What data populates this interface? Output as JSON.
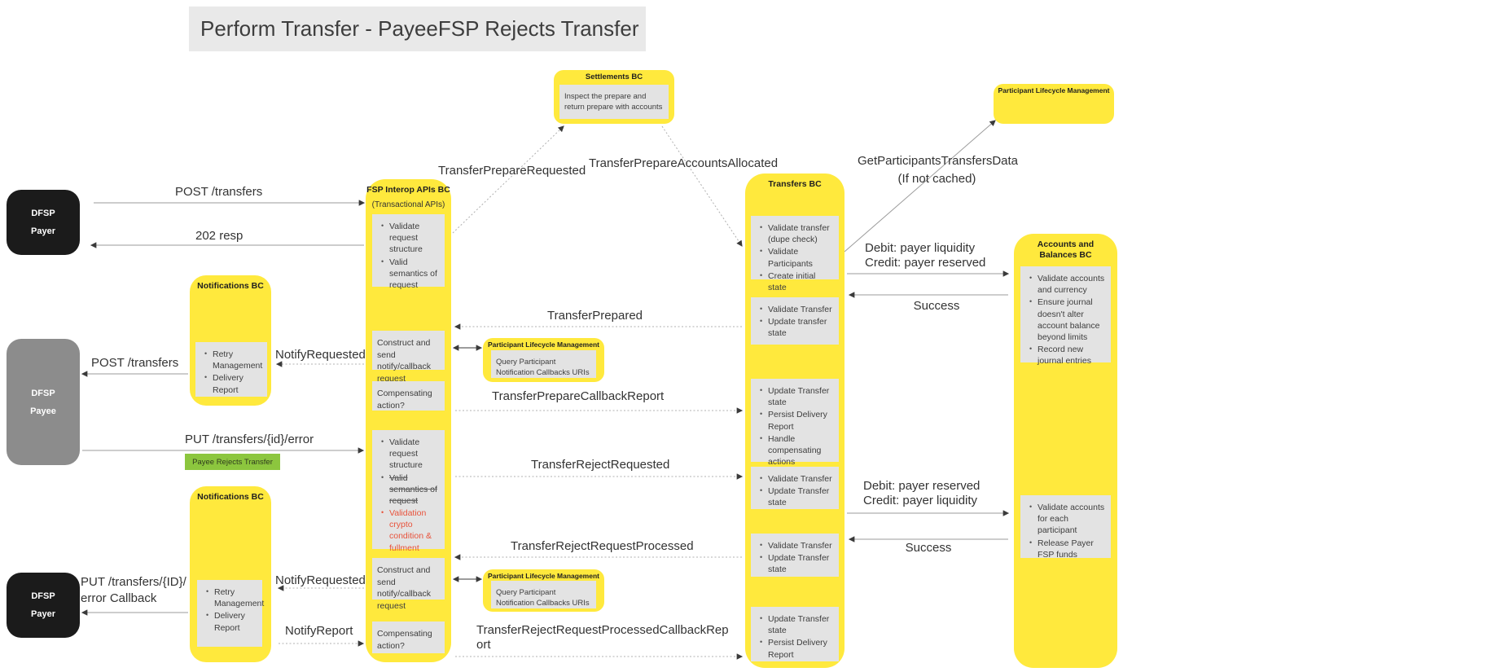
{
  "title": "Perform Transfer - PayeeFSP Rejects Transfer",
  "colors": {
    "container_yellow": "#ffe93d",
    "inner_gray": "#e3e3e3",
    "title_bar_gray": "#e9e9e9",
    "actor_black": "#1b1b1b",
    "actor_gray": "#8c8c8c",
    "badge_green": "#8cc63e",
    "error_red": "#e8533c"
  },
  "settlements_bc": {
    "title": "Settlements BC",
    "note": "Inspect the prepare and return prepare with accounts"
  },
  "plm_top": {
    "title": "Participant Lifecycle Management"
  },
  "actors": {
    "payer_top": {
      "line1": "DFSP",
      "line2": "Payer"
    },
    "payee": {
      "line1": "DFSP",
      "line2": "Payee"
    },
    "payer_bottom": {
      "line1": "DFSP",
      "line2": "Payer"
    }
  },
  "fsp_interop": {
    "title": "FSP Interop APIs BC",
    "subtitle": "(Transactional APIs)",
    "box1": [
      "Validate request structure",
      "Valid semantics of request"
    ],
    "box2": "Construct and send notify/callback request",
    "box3": "Compensating action?",
    "box4": {
      "item1": "Validate request structure",
      "item2_struck": "Valid semantics of request",
      "item3_red": "Validation crypto condition & fullment"
    },
    "box5": "Construct and send notify/callback request",
    "box6": "Compensating action?"
  },
  "transfers_bc": {
    "title": "Transfers BC",
    "box1": [
      "Validate transfer (dupe check)",
      "Validate Participants",
      "Create initial state"
    ],
    "box2": [
      "Validate Transfer",
      "Update transfer state"
    ],
    "box3": [
      "Update Transfer state",
      "Persist Delivery Report",
      "Handle compensating actions"
    ],
    "box4": [
      "Validate Transfer",
      "Update Transfer state"
    ],
    "box5": [
      "Validate Transfer",
      "Update Transfer state"
    ],
    "box6": [
      "Update Transfer state",
      "Persist Delivery Report"
    ]
  },
  "accounts_bc": {
    "title": "Accounts and Balances BC",
    "box1": [
      "Validate accounts and currency",
      "Ensure journal doesn't alter account balance beyond limits",
      "Record new journal entries"
    ],
    "box2": [
      "Validate accounts for each participant",
      "Release Payer FSP funds"
    ]
  },
  "notifications1": {
    "title": "Notifications BC",
    "items": [
      "Retry Management",
      "Delivery Report"
    ]
  },
  "notifications2": {
    "title": "Notifications BC",
    "items": [
      "Retry Management",
      "Delivery Report"
    ]
  },
  "plm_query1": {
    "title": "Participant Lifecycle Management",
    "note": "Query Participant Notification Callbacks URIs"
  },
  "plm_query2": {
    "title": "Participant Lifecycle Management",
    "note": "Query Participant Notification Callbacks URIs"
  },
  "labels": {
    "post_transfers_payer": "POST /transfers",
    "resp_202": "202 resp",
    "transfer_prepare_requested": "TransferPrepareRequested",
    "transfer_prepare_accounts_allocated": "TransferPrepareAccountsAllocated",
    "get_participants_line1": "GetParticipantsTransfersData",
    "get_participants_line2": "(If not cached)",
    "debit_payer_liquidity": "Debit: payer liquidity",
    "credit_payer_reserved": "Credit: payer reserved",
    "success1": "Success",
    "transfer_prepared": "TransferPrepared",
    "notify_requested1": "NotifyRequested",
    "post_transfers_payee": "POST /transfers",
    "transfer_prepare_callback_report": "TransferPrepareCallbackReport",
    "put_transfers_error": "PUT /transfers/{id}/error",
    "payee_rejects_transfer": "Payee Rejects Transfer",
    "transfer_reject_requested": "TransferRejectRequested",
    "debit_payer_reserved": "Debit: payer reserved",
    "credit_payer_liquidity": "Credit: payer liquidity",
    "success2": "Success",
    "transfer_reject_request_processed": "TransferRejectRequestProcessed",
    "notify_requested2": "NotifyRequested",
    "put_callback_line1": "PUT /transfers/{ID}/",
    "put_callback_line2": "error Callback",
    "notify_report": "NotifyReport",
    "transfer_reject_processed_callback_report": "TransferRejectRequestProcessedCallbackReport"
  }
}
